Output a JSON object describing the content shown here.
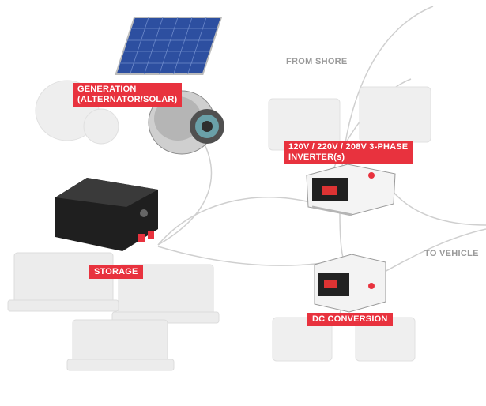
{
  "labels": {
    "generation": "GENERATION\n(ALTERNATOR/SOLAR)",
    "inverter": "120V / 220V / 208V 3-PHASE\nINVERTER(s)",
    "storage": "STORAGE",
    "dc_conversion": "DC CONVERSION",
    "from_shore": "FROM SHORE",
    "to_vehicle": "TO VEHICLE"
  },
  "colors": {
    "accent": "#e8323e",
    "curve": "#cfcfcf",
    "faded": "#e9e9e9",
    "dark_unit": "#2a2a2a",
    "solar": "#2d4fa0"
  }
}
